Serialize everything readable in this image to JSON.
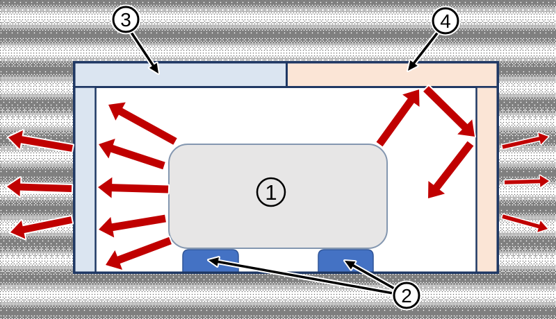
{
  "figure": {
    "callouts": {
      "equipment_box": "1",
      "support_feet": "2",
      "top_left_panel": "3",
      "top_right_panel": "4"
    },
    "colors": {
      "outline_navy": "#1f3864",
      "panel_blue": "#dbe5f1",
      "panel_peach": "#fbe5d6",
      "equipment_gray": "#e7e6e6",
      "equipment_border": "#8497b0",
      "support_blue": "#4472c4",
      "support_border": "#2f5496",
      "arrow_red": "#c00000",
      "callout_ink": "#000000",
      "interior_white": "#ffffff"
    }
  }
}
